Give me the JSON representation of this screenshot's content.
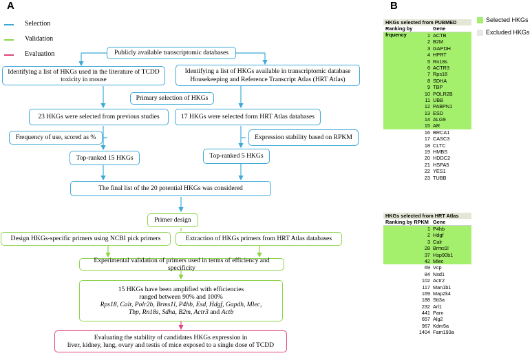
{
  "panel_a": {
    "letter": "A",
    "legend": [
      {
        "label": "Selection",
        "color": "#3da9d8"
      },
      {
        "label": "Validation",
        "color": "#8bd44a"
      },
      {
        "label": "Evaluation",
        "color": "#e0447a"
      }
    ],
    "boxes": {
      "databases": "Publicly available transcriptomic databases",
      "literature": "Identifying a list of HKGs used in the literature of TCDD toxicity in mouse",
      "hrt_atlas": "Identifying a list of HKGs available in transcriptomic database Housekeeping and Reference Transcript Atlas (HRT Atlas)",
      "primary": "Primary selection of HKGs",
      "selected_23": "23 HKGs were selected from previous studies",
      "selected_17": "17 HKGs were selected form HRT Atlas databases",
      "frequency": "Frequency of use, scored as %",
      "expression": "Expression stability based on RPKM",
      "top15": "Top-ranked 15 HKGs",
      "top5": "Top-ranked 5 HKGs",
      "final20": "The final list of the 20 potential HKGs was considered",
      "primer_design": "Primer design",
      "ncbi": "Design HKGs-specific primers using NCBI pick primers",
      "extraction": "Extraction of HKGs primers from HRT Atlas databases",
      "experimental": "Experimental validation of primers used in terms of efficiency and specificity",
      "amplified_line1": "15 HKGs have been amplified with efficiencies",
      "amplified_line2": "ranged between 90% and 100%",
      "amplified_genes_a": "Rps18, Calr, Polr2b, Brms1l, P4hb, Esd, Hdgf, Gapdh, Mlec,",
      "amplified_genes_b": "Tbp, Rn18s, Sdha, B2m, Actr3",
      "amplified_and": "and",
      "amplified_genes_c": "Actb",
      "evaluating_line1": "Evaluating the stability of candidates HKGs expression in",
      "evaluating_line2": "liver, kidney, lung, ovary and testis of mice exposed to a single dose of  TCDD"
    }
  },
  "panel_b": {
    "letter": "B",
    "legend": [
      {
        "label": "Selected HKGs",
        "color": "#a4ef6b"
      },
      {
        "label": "Excluded HKGs",
        "color": "#e8e8e8"
      }
    ],
    "pubmed": {
      "title": "HKGs selected from PUBMED",
      "col1": "Ranking by frquency",
      "col2": "Gene",
      "rows": [
        {
          "rank": "1",
          "gene": "ACTB",
          "selected": true
        },
        {
          "rank": "2",
          "gene": "B2M",
          "selected": true
        },
        {
          "rank": "3",
          "gene": "GAPDH",
          "selected": true
        },
        {
          "rank": "4",
          "gene": "HPRT",
          "selected": true
        },
        {
          "rank": "5",
          "gene": "Rn18s",
          "selected": true
        },
        {
          "rank": "6",
          "gene": "ACTR3",
          "selected": true
        },
        {
          "rank": "7",
          "gene": "Rps18",
          "selected": true
        },
        {
          "rank": "8",
          "gene": "SDHA",
          "selected": true
        },
        {
          "rank": "9",
          "gene": "TBP",
          "selected": true
        },
        {
          "rank": "10",
          "gene": "POLR2B",
          "selected": true
        },
        {
          "rank": "11",
          "gene": "UBB",
          "selected": true
        },
        {
          "rank": "12",
          "gene": "PABPN1",
          "selected": true
        },
        {
          "rank": "13",
          "gene": "ESD",
          "selected": true
        },
        {
          "rank": "14",
          "gene": "ALG9",
          "selected": true
        },
        {
          "rank": "15",
          "gene": "AR",
          "selected": true
        },
        {
          "rank": "16",
          "gene": "BRCA1",
          "selected": false
        },
        {
          "rank": "17",
          "gene": "CASC3",
          "selected": false
        },
        {
          "rank": "18",
          "gene": "CLTC",
          "selected": false
        },
        {
          "rank": "19",
          "gene": "HMBS",
          "selected": false
        },
        {
          "rank": "20",
          "gene": "HDDC2",
          "selected": false
        },
        {
          "rank": "21",
          "gene": "HSPA5",
          "selected": false
        },
        {
          "rank": "22",
          "gene": "YES1",
          "selected": false
        },
        {
          "rank": "23",
          "gene": "TUBB",
          "selected": false
        }
      ]
    },
    "hrt": {
      "title": "HKGs selected from HRT Atlas",
      "col1": "Ranking by RPKM",
      "col2": "Gene",
      "rows": [
        {
          "rank": "1",
          "gene": "P4hb",
          "selected": true
        },
        {
          "rank": "2",
          "gene": "Hdgf",
          "selected": true
        },
        {
          "rank": "3",
          "gene": "Calr",
          "selected": true
        },
        {
          "rank": "28",
          "gene": "Brms1l",
          "selected": true
        },
        {
          "rank": "37",
          "gene": "Hsp90b1",
          "selected": true
        },
        {
          "rank": "42",
          "gene": "Mlec",
          "selected": true
        },
        {
          "rank": "69",
          "gene": "Vcp",
          "selected": false
        },
        {
          "rank": "84",
          "gene": "Nsd1",
          "selected": false
        },
        {
          "rank": "102",
          "gene": "Actr2",
          "selected": false
        },
        {
          "rank": "117",
          "gene": "Man1b1",
          "selected": false
        },
        {
          "rank": "169",
          "gene": "Map2k4",
          "selected": false
        },
        {
          "rank": "188",
          "gene": "Stt3a",
          "selected": false
        },
        {
          "rank": "232",
          "gene": "Arl1",
          "selected": false
        },
        {
          "rank": "441",
          "gene": "Parn",
          "selected": false
        },
        {
          "rank": "657",
          "gene": "Alg2",
          "selected": false
        },
        {
          "rank": "967",
          "gene": "Kdm5a",
          "selected": false
        },
        {
          "rank": "1404",
          "gene": "Fam193a",
          "selected": false
        }
      ]
    }
  }
}
